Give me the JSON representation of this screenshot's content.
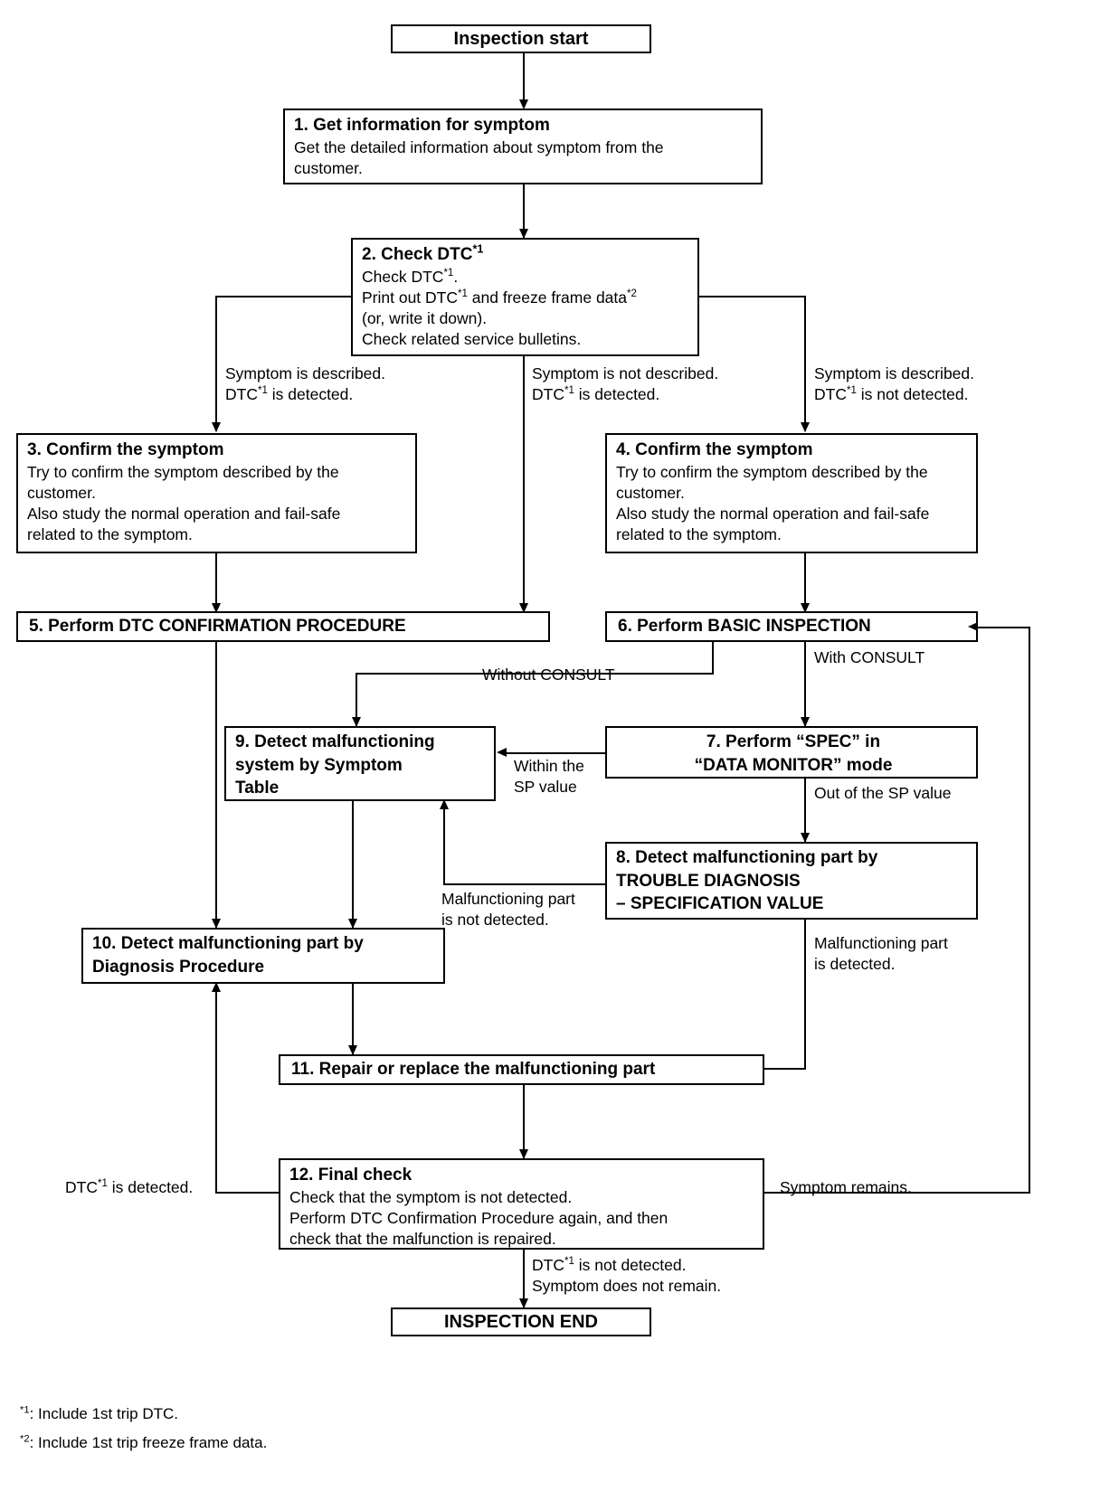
{
  "diagram": {
    "title": "Inspection / Trouble Diagnosis Work Flow",
    "nodes": {
      "start": {
        "label": "Inspection start"
      },
      "n1": {
        "title": "1. Get information for symptom",
        "body": "Get the detailed information about symptom from the\ncustomer."
      },
      "n2": {
        "title": "2. Check DTC*1",
        "body": "Check DTC*1.\nPrint out DTC*1 and freeze frame data*2\n(or, write it down).\nCheck related service bulletins."
      },
      "n3": {
        "title": "3. Confirm the symptom",
        "body": "Try to confirm the symptom described by the\ncustomer.\nAlso study the normal operation and fail-safe\nrelated to the symptom."
      },
      "n4": {
        "title": "4. Confirm the symptom",
        "body": "Try to confirm the symptom described by the\ncustomer.\nAlso study the normal operation and fail-safe\nrelated to the symptom."
      },
      "n5": {
        "title": "5. Perform DTC CONFIRMATION PROCEDURE"
      },
      "n6": {
        "title": "6. Perform BASIC INSPECTION"
      },
      "n7": {
        "title": "7. Perform “SPEC” in\n“DATA MONITOR” mode"
      },
      "n8": {
        "title": "8. Detect malfunctioning part by\nTROUBLE DIAGNOSIS\n– SPECIFICATION VALUE"
      },
      "n9": {
        "title": "9. Detect malfunctioning\nsystem by Symptom\nTable"
      },
      "n10": {
        "title": "10. Detect malfunctioning part by\nDiagnosis Procedure"
      },
      "n11": {
        "title": "11. Repair or replace the malfunctioning part"
      },
      "n12": {
        "title": "12. Final check",
        "body": "Check that the symptom is not detected.\nPerform DTC Confirmation Procedure again, and then\ncheck that the malfunction is repaired."
      },
      "end": {
        "label": "INSPECTION END"
      }
    },
    "edge_labels": {
      "e_left": "Symptom is described.\nDTC*1 is detected.",
      "e_mid": "Symptom is not described.\nDTC*1 is detected.",
      "e_right": "Symptom is described.\nDTC*1 is not detected.",
      "with_consult": "With CONSULT",
      "without_consult": "Without CONSULT",
      "within_sp": "Within the\nSP value",
      "out_sp": "Out of the SP value",
      "part_not_detected": "Malfunctioning part\nis not detected.",
      "part_detected": "Malfunctioning part\nis detected.",
      "dtc_detected": "DTC*1 is detected.",
      "symptom_remains": "Symptom remains.",
      "final_ok": "DTC*1 is not detected.\nSymptom does not remain."
    },
    "footnotes": [
      "*1: Include 1st trip DTC.",
      "*2: Include 1st trip freeze frame data."
    ]
  }
}
